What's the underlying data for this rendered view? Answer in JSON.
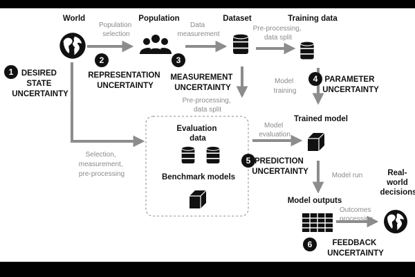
{
  "nodes": {
    "world": "World",
    "population": "Population",
    "dataset": "Dataset",
    "training_data": "Training data",
    "trained_model": "Trained model",
    "model_outputs": "Model outputs",
    "real_world": [
      "Real-",
      "world",
      "decisions"
    ],
    "evaluation_data": [
      "Evaluation",
      "data"
    ],
    "benchmark_models": "Benchmark models"
  },
  "edges": {
    "population_selection": [
      "Population",
      "selection"
    ],
    "data_measurement": [
      "Data",
      "measurement"
    ],
    "preproc_split_top": [
      "Pre-processing,",
      "data split"
    ],
    "model_training": [
      "Model",
      "training"
    ],
    "preproc_split_eval": [
      "Pre-processing,",
      "data split"
    ],
    "model_evaluation": [
      "Model",
      "evaluation"
    ],
    "model_run": "Model run",
    "outcomes_processing": [
      "Outcomes",
      "processing"
    ],
    "selection_measurement": [
      "Selection,",
      "measurement,",
      "pre-processing"
    ]
  },
  "uncertainties": [
    {
      "number": "1",
      "lines": [
        "DESIRED",
        "STATE",
        "UNCERTAINTY"
      ]
    },
    {
      "number": "2",
      "lines": [
        "REPRESENTATION",
        "UNCERTAINTY"
      ]
    },
    {
      "number": "3",
      "lines": [
        "MEASUREMENT",
        "UNCERTAINTY"
      ]
    },
    {
      "number": "4",
      "lines": [
        "PARAMETER",
        "UNCERTAINTY"
      ]
    },
    {
      "number": "5",
      "lines": [
        "PREDICTION",
        "UNCERTAINTY"
      ]
    },
    {
      "number": "6",
      "lines": [
        "FEEDBACK",
        "UNCERTAINTY"
      ]
    }
  ],
  "icons": [
    "globe-icon",
    "people-icon",
    "database-icon",
    "cube-icon",
    "table-icon"
  ],
  "colors": {
    "arrow": "#8c8c8c",
    "edge_label": "#8a8a8a",
    "text": "#111111",
    "badge": "#111111",
    "background": "#ffffff"
  }
}
